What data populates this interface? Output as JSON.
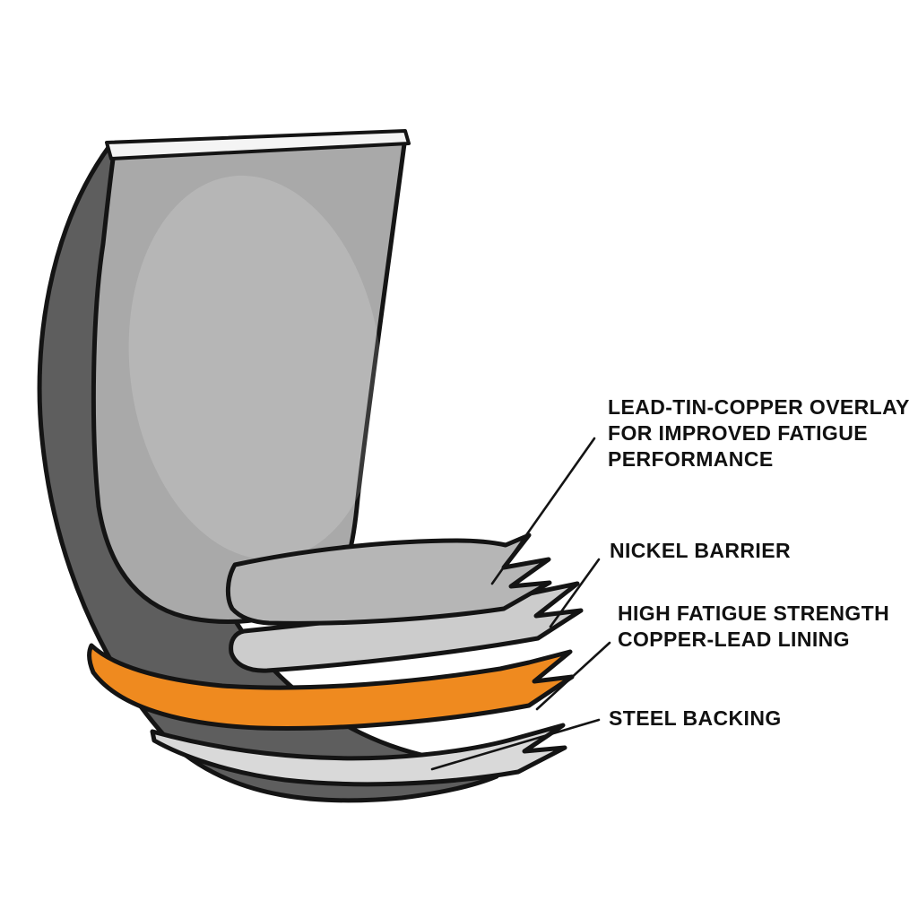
{
  "diagram": {
    "labels": {
      "overlay": "LEAD-TIN-COPPER OVERLAY\nFOR IMPROVED FATIGUE\nPERFORMANCE",
      "nickel": "NICKEL BARRIER",
      "copper_lead": "HIGH FATIGUE STRENGTH\nCOPPER-LEAD LINING",
      "steel": "STEEL BACKING"
    },
    "colors": {
      "background": "#ffffff",
      "outline": "#141414",
      "shell_wall": "#5e5e5e",
      "shell_face": "#a9a9a9",
      "rim": "#f4f4f4",
      "overlay_layer": "#b6b6b6",
      "nickel_layer": "#cccccc",
      "copper_lead_layer": "#ef8a1f",
      "steel_layer": "#d9d9d9",
      "label_text": "#111111"
    }
  }
}
